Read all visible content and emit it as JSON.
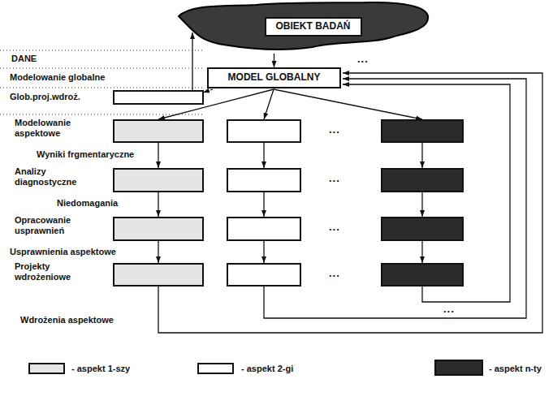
{
  "diagram": {
    "nodes": [
      {
        "text": [
          "OBIEKT BADAŃ"
        ]
      },
      {
        "text": [
          "MODEL GLOBALNY"
        ]
      }
    ],
    "edges": [
      {
        "from": 0,
        "to": 1,
        "arrow": "to"
      }
    ],
    "labels": [
      "DANE",
      "Modelowanie globalne",
      "...",
      "Glob.proj.wdroż.",
      "Modelowanie aspektowe",
      "...",
      "Wyniki frgmentaryczne",
      "Analizy diagnostyczne",
      "...",
      "Niedomagania",
      "Opracowanie usprawnień",
      "...",
      "Usprawnienia aspektowe",
      "Projekty wdrożeniowe",
      "...",
      "Wdrożenia aspektowe",
      "..."
    ],
    "legend": [
      {
        "text": "- aspekt 1-szy",
        "color": "#e4e4e4"
      },
      {
        "text": "- aspekt 2-gi",
        "color": "#ffffff"
      },
      {
        "text": "- aspekt n-ty",
        "color": "#2b2b2b"
      }
    ]
  }
}
